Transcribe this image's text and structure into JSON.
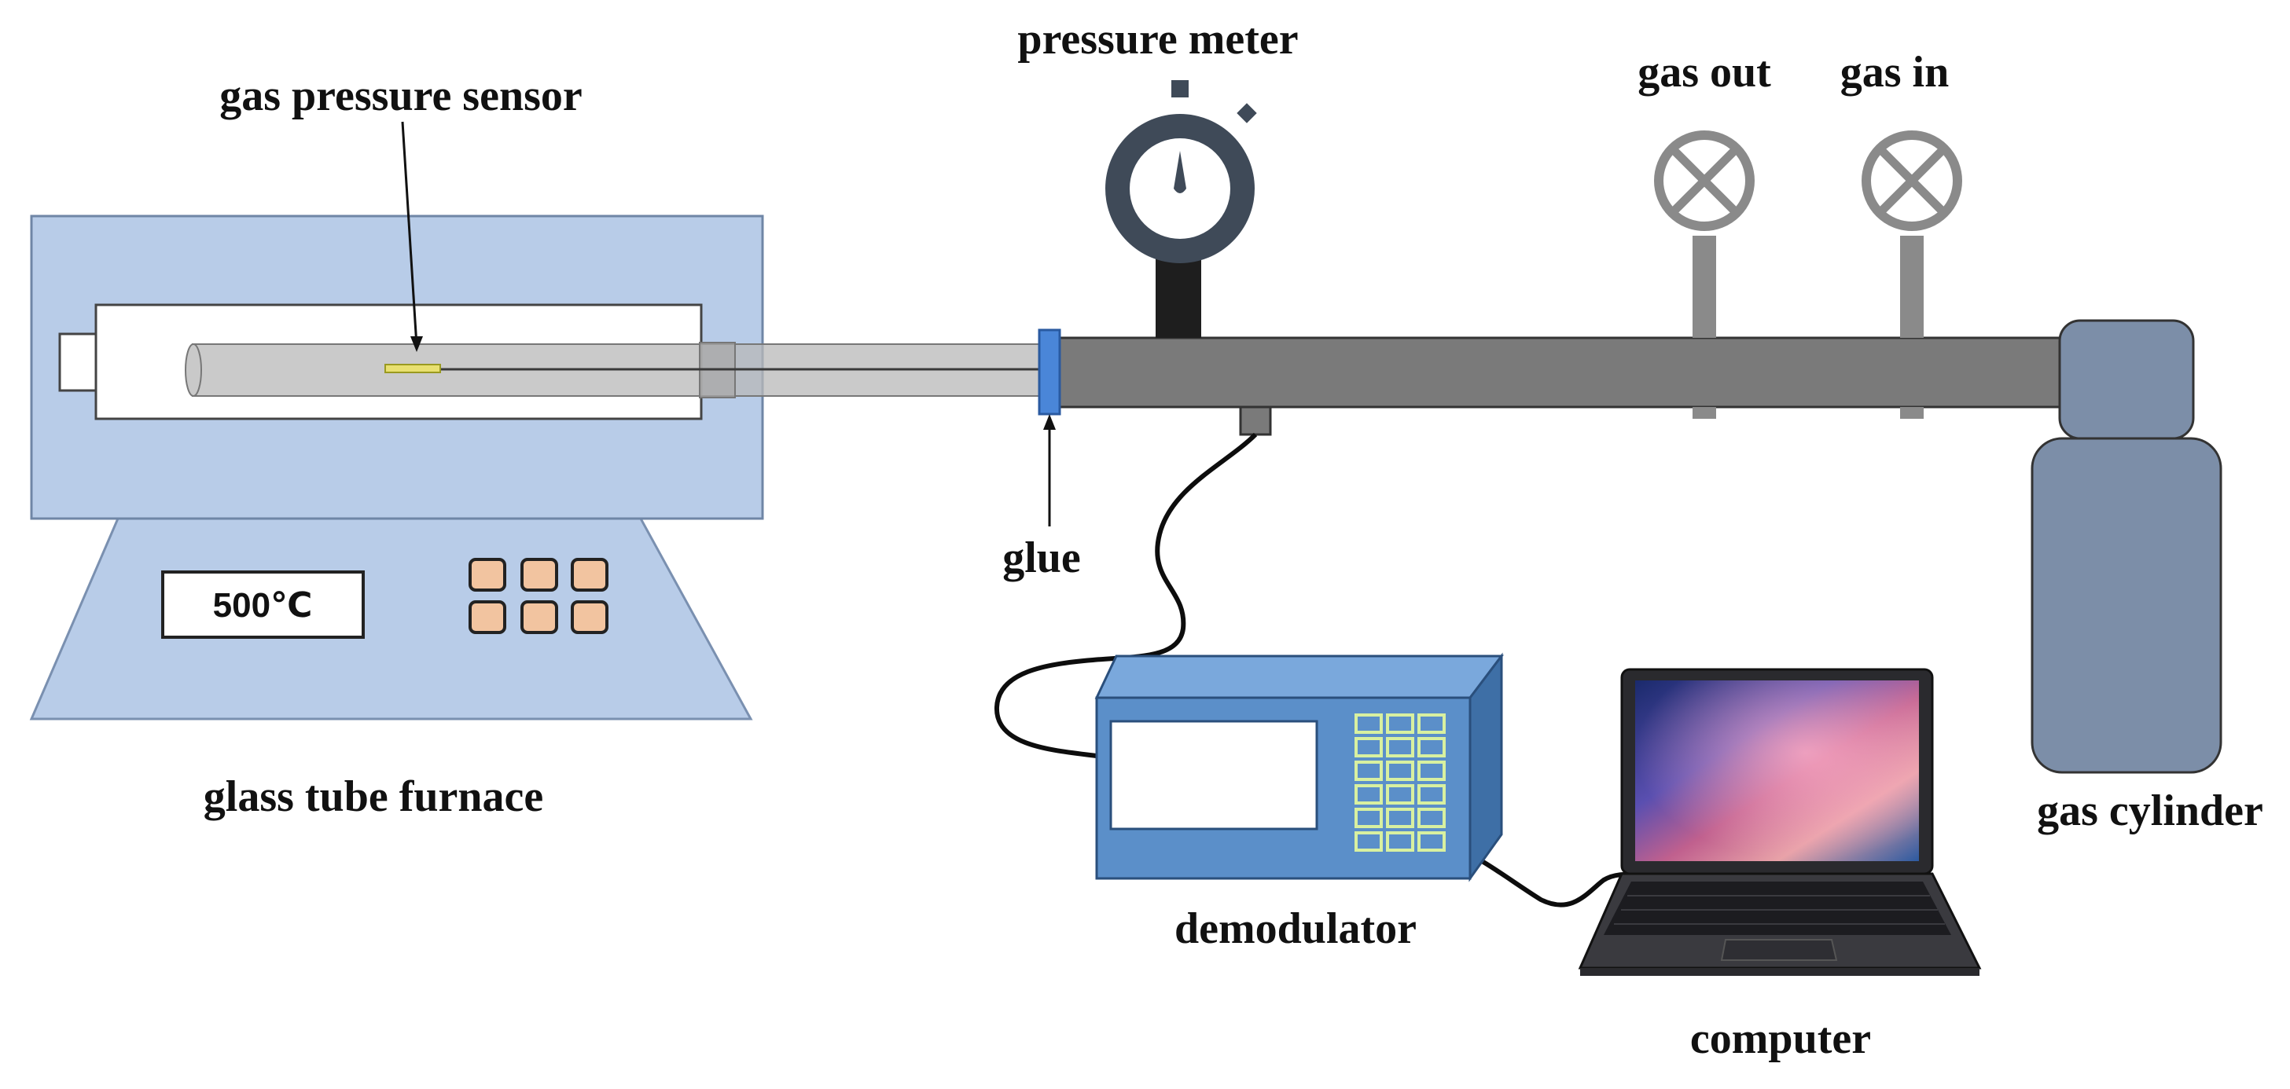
{
  "labels": {
    "gas_pressure_sensor": "gas pressure sensor",
    "pressure_meter": "pressure meter",
    "gas_out": "gas out",
    "gas_in": "gas in",
    "glue": "glue",
    "glass_tube_furnace": "glass tube furnace",
    "demodulator": "demodulator",
    "computer": "computer",
    "gas_cylinder": "gas cylinder"
  },
  "furnace": {
    "display_value": "500℃"
  },
  "colors": {
    "furnace_body": "#b8cce8",
    "furnace_border": "#6f86a6",
    "pipe": "#7a7a7a",
    "pipe_border": "#3a3a3a",
    "glue": "#4a86d8",
    "gauge": "#3f4a58",
    "valve": "#8a8a8a",
    "cylinder": "#7c8ea8",
    "demodulator_front": "#5b8fc9",
    "demodulator_side": "#3e6fa6",
    "demodulator_top": "#7aa8dc",
    "keypad": "#f2c4a0",
    "cable": "#0d0d0d"
  },
  "icons": {
    "gauge": "pressure-gauge-icon",
    "valve": "valve-icon",
    "laptop": "laptop-icon"
  }
}
